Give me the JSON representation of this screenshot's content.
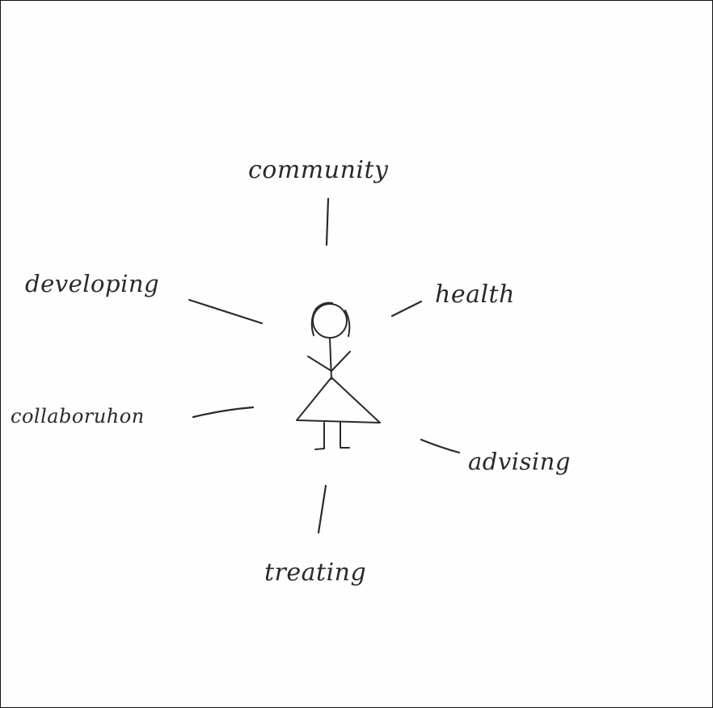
{
  "diagram": {
    "words": {
      "community": "community",
      "developing": "developing",
      "health": "health",
      "collaboration": "collaboruhon",
      "advising": "advising",
      "treating": "treating"
    },
    "figure": "stick-figure-person",
    "ink_color": "#2a2a2a"
  }
}
